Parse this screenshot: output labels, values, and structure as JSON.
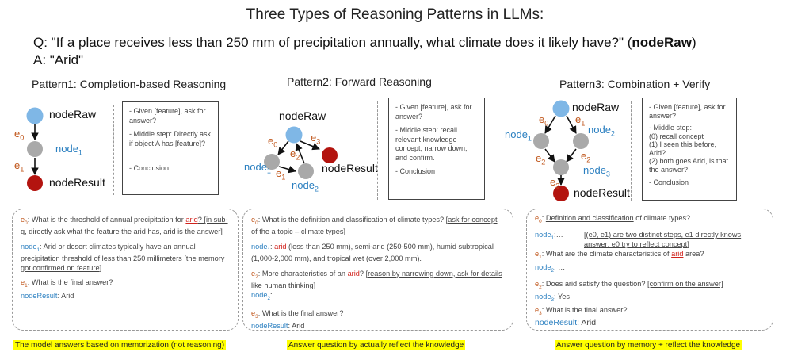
{
  "title": "Three Types of Reasoning Patterns in LLMs:",
  "question": "Q: \"If a place receives less than 250 mm of precipitation annually, what climate does it likely have?\" (",
  "question_node": "nodeRaw",
  "question_end": ")",
  "answer": "A: \"Arid\"",
  "patterns": [
    {
      "title": "Pattern1: Completion-based Reasoning",
      "nodes": {
        "raw": "nodeRaw",
        "mid": "node",
        "mid_sub": "1",
        "result": "nodeResult"
      },
      "edges": [
        "e",
        "e"
      ],
      "edge_subs": [
        "0",
        "1"
      ],
      "notes": [
        "- Given [feature], ask for answer?",
        "- Middle step: Directly ask if object A has [feature]?",
        "- Conclusion"
      ],
      "box": {
        "e0_label": "e",
        "e0_sub": "0",
        "q1": ": What is the threshold of annual precipitation for ",
        "q1_red": "arid",
        "q1_ul": "? [in sub-q, directly ask what the feature the arid has, arid is the answer]",
        "node1_label": "node",
        "node1_sub": "1",
        "node1_text": ": Arid or desert climates typically have an annual precipitation threshold of less than 250 millimeters ",
        "node1_ul": "[the memory got confirmed on feature]",
        "e1_label": "e",
        "e1_sub": "1",
        "q2": ": What is the final answer?",
        "result_label": "nodeResult",
        "result_text": ": Arid"
      },
      "footnote": "The model answers based on memorization (not reasoning)"
    },
    {
      "title": "Pattern2: Forward Reasoning",
      "nodes": {
        "raw": "nodeRaw",
        "n1": "node",
        "n1_sub": "1",
        "n2": "node",
        "n2_sub": "2",
        "result": "nodeResult"
      },
      "edges": [
        "e",
        "e",
        "e",
        "e"
      ],
      "edge_subs": [
        "0",
        "1",
        "2",
        "3"
      ],
      "notes": [
        "- Given [feature], ask for answer?",
        "- Middle step: recall relevant knowledge concept, narrow down, and confirm.",
        "- Conclusion"
      ],
      "box": {
        "e0_label": "e",
        "e0_sub": "0",
        "q1": ": What is the definition and classification of climate types? ",
        "q1_ul": "[ask for concept of the a topic – climate types]",
        "node1_label": "node",
        "node1_sub": "1",
        "node1_pre": ": ",
        "node1_red": "arid",
        "node1_text": " (less than 250 mm), semi-arid (250-500 mm), humid subtropical (1,000-2,000 mm), and tropical wet (over 2,000 mm).",
        "e2_label": "e",
        "e2_sub": "2",
        "q2": ": More characteristics of an ",
        "q2_red": "arid",
        "q2_end": "? ",
        "q2_ul": "[reason by narrowing down, ask for details like human thinking]",
        "node2_label": "node",
        "node2_sub": "2",
        "node2_text": ": …",
        "e3_label": "e",
        "e3_sub": "3",
        "q3": ": What is the final answer?",
        "result_label": "nodeResult",
        "result_text": ": Arid"
      },
      "footnote": "Answer question by actually reflect the knowledge"
    },
    {
      "title": "Pattern3: Combination + Verify",
      "nodes": {
        "raw": "nodeRaw",
        "n1": "node",
        "n1_sub": "1",
        "n2": "node",
        "n2_sub": "2",
        "n3": "node",
        "n3_sub": "3",
        "result": "nodeResult"
      },
      "edges": [
        "e",
        "e",
        "e",
        "e",
        "e"
      ],
      "edge_subs": [
        "0",
        "1",
        "2",
        "2",
        "3"
      ],
      "notes": [
        "- Given [feature], ask for answer?",
        "- Middle step:",
        "(0) recall concept",
        "(1) I seen this before, Arid?",
        "(2) both goes Arid, is that the answer?",
        "- Conclusion"
      ],
      "box": {
        "e0_label": "e",
        "e0_sub": "0",
        "q1_ul": "Definition and classification",
        "q1": " of climate types?",
        "node1_label": "node",
        "node1_sub": "1",
        "node1_text": ":…",
        "node1_ul": "[(e0, e1) are two distinct steps, e1 directly knows answer; e0 try to reflect concept]",
        "e1_label": "e",
        "e1_sub": "1",
        "q2": ": What are the climate characteristics of ",
        "q2_red": "arid",
        "q2_end": " area?",
        "node2_label": "node",
        "node2_sub": "2",
        "node2_text": ": …",
        "e2_label": "e",
        "e2_sub": "2",
        "q3": ":  Does arid satisfy the question? ",
        "q3_ul": "[confirm on the answer]",
        "node3_label": "node",
        "node3_sub": "3",
        "node3_text": ": Yes",
        "e3_label": "e",
        "e3_sub": "3",
        "q4": ": What is the final answer?",
        "result_label": "nodeResult",
        "result_text": ": Arid"
      },
      "footnote": "Answer question by memory + reflect the knowledge"
    }
  ],
  "colors": {
    "node_raw": "#7fb7e6",
    "node_mid": "#a9a9a9",
    "node_result": "#b3140f",
    "blue_text": "#2a7fc0",
    "orange_text": "#c0561b",
    "highlight": "#ffff00"
  }
}
